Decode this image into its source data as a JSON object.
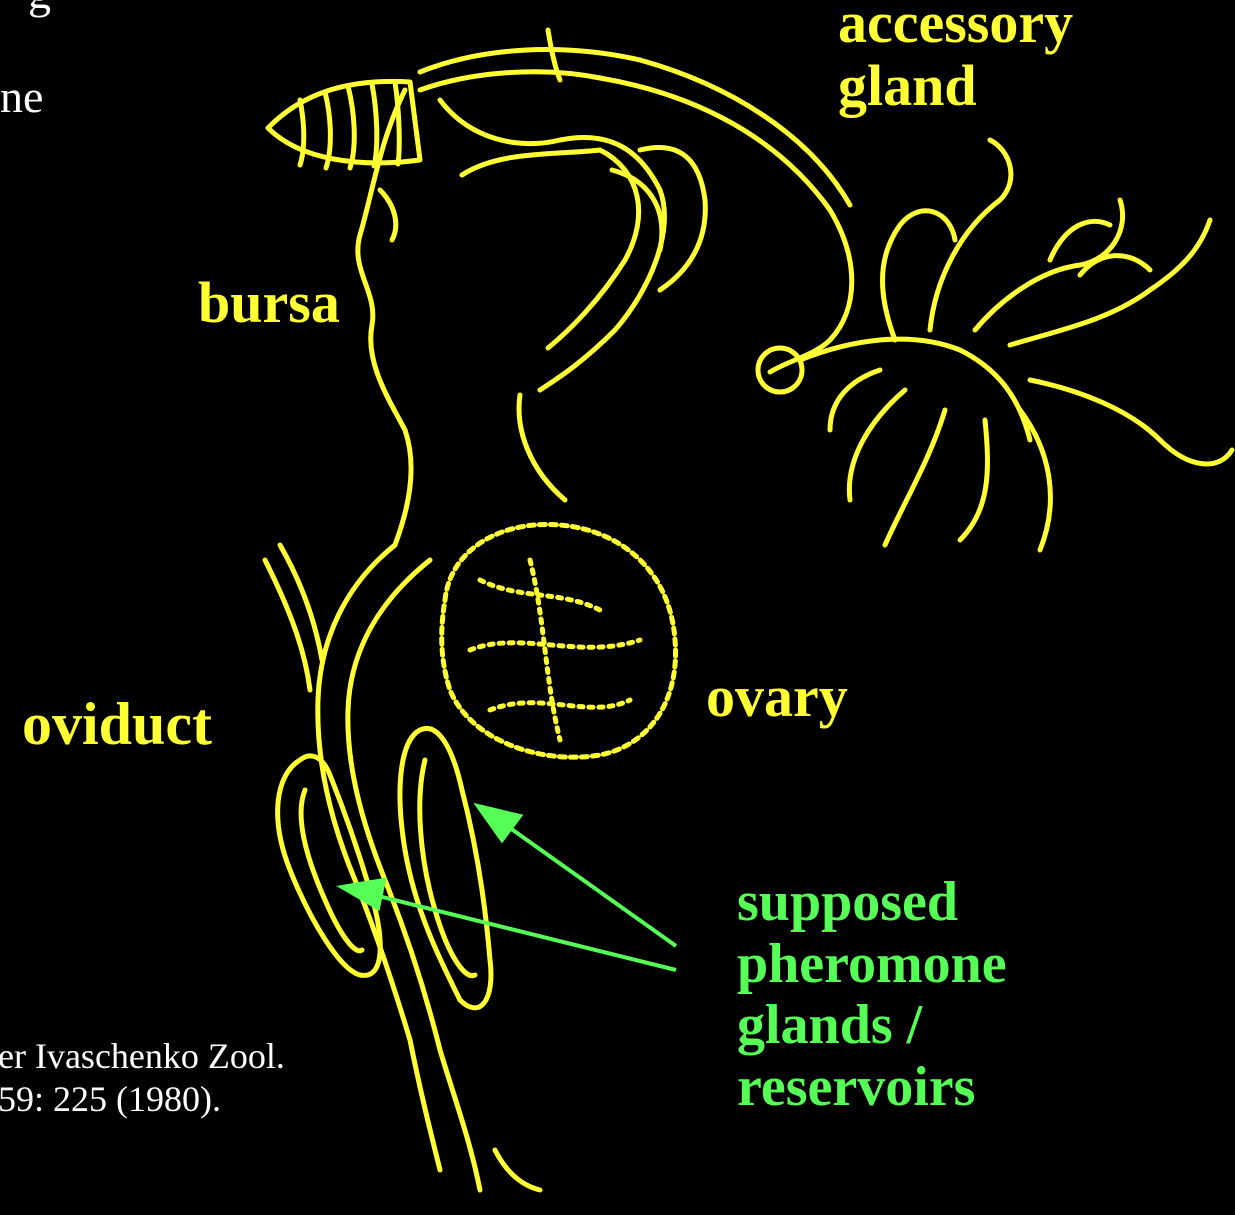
{
  "labels": {
    "top_partial": "g",
    "mid_partial": "ne",
    "accessory_gland_line1": "accessory",
    "accessory_gland_line2": "gland",
    "bursa": "bursa",
    "ovary": "ovary",
    "oviduct": "oviduct",
    "pheromone_line1": "supposed",
    "pheromone_line2": "pheromone",
    "pheromone_line3": "glands /",
    "pheromone_line4": "reservoirs"
  },
  "citation": {
    "line1": "er Ivaschenko  Zool.",
    "line2": "59: 225 (1980)."
  },
  "colors": {
    "background": "#000000",
    "drawing": "#ffff33",
    "structure_labels": "#ffff33",
    "annotation": "#55ff55",
    "citation_text": "#ffffff"
  }
}
